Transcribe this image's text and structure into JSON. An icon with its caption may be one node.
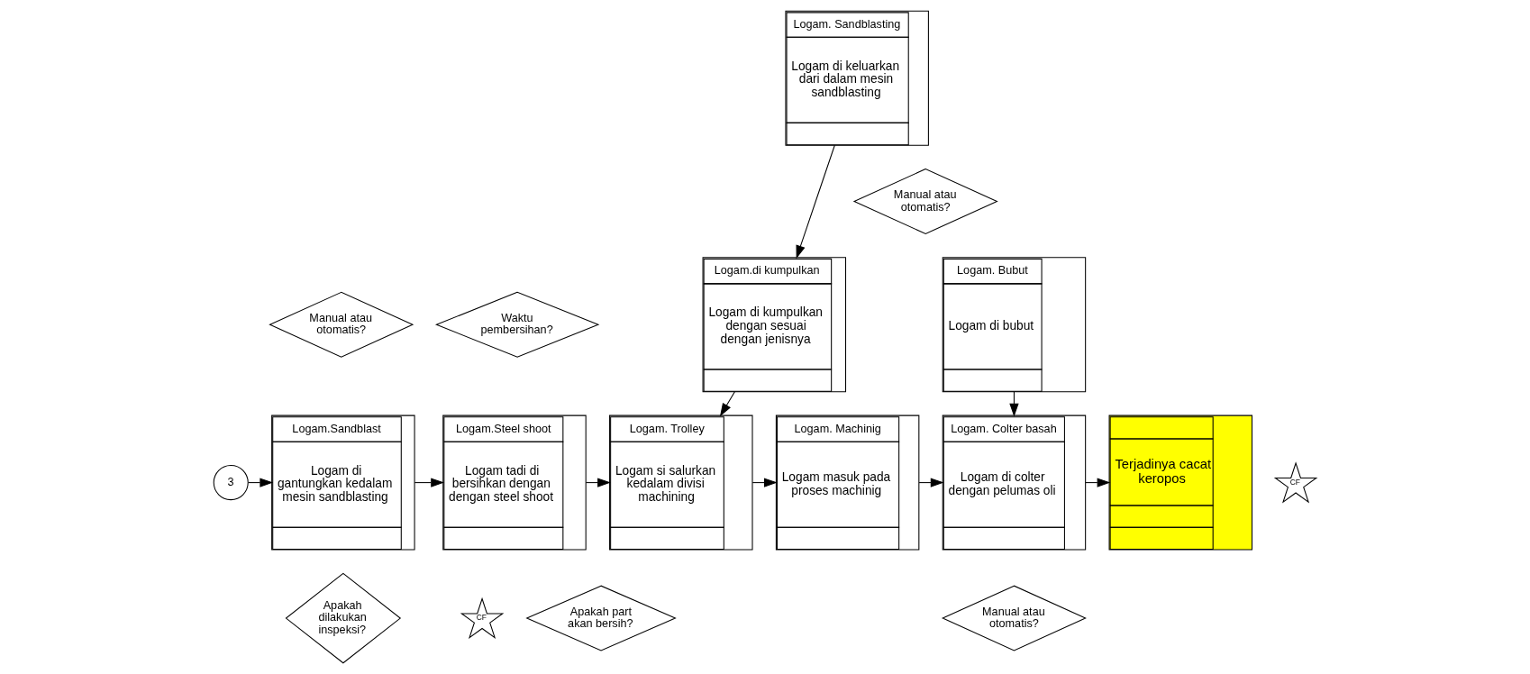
{
  "diagram": {
    "nodes": [
      {
        "text": [
          "3"
        ]
      },
      {
        "text": [
          "Logam.Sandblast",
          "Logam di gantungkan kedalam mesin sandblasting"
        ]
      },
      {
        "text": [
          "Manual atau otomatis?"
        ]
      },
      {
        "text": [
          "Apakah dilakukan inspeksi?"
        ]
      },
      {
        "text": [
          "Logam.Steel shoot",
          "Logam tadi di bersihkan dengan dengan steel shoot"
        ]
      },
      {
        "text": [
          "Waktu pembersihan?"
        ]
      },
      {
        "text": [
          "CF"
        ]
      },
      {
        "text": [
          "Apakah part akan bersih?"
        ]
      },
      {
        "text": [
          "Logam. Sandblasting",
          "Logam di keluarkan dari dalam mesin sandblasting"
        ]
      },
      {
        "text": [
          "Logam.di kumpulkan",
          "Logam di kumpulkan dengan sesuai dengan jenisnya"
        ]
      },
      {
        "text": [
          "Logam. Trolley",
          "Logam si salurkan kedalam divisi machining"
        ]
      },
      {
        "text": [
          "Logam. Machinig",
          "Logam masuk pada proses machinig"
        ]
      },
      {
        "text": [
          "Manual atau otomatis?"
        ]
      },
      {
        "text": [
          "Logam. Bubut",
          "Logam di bubut"
        ]
      },
      {
        "text": [
          "CF"
        ]
      },
      {
        "text": [
          "Logam. Colter basah",
          "Logam di colter dengan pelumas oli"
        ]
      },
      {
        "text": [
          "Manual atau otomatis?"
        ]
      },
      {
        "text": [
          "Terjadinya cacat keropos"
        ]
      }
    ],
    "edges": [
      {
        "from": 0,
        "to": 1,
        "arrow": "to"
      },
      {
        "from": 1,
        "to": 4,
        "arrow": "to"
      },
      {
        "from": 4,
        "to": 10,
        "arrow": "to"
      },
      {
        "from": 8,
        "to": 9,
        "arrow": "to"
      },
      {
        "from": 9,
        "to": 10,
        "arrow": "to"
      },
      {
        "from": 10,
        "to": 11,
        "arrow": "to"
      },
      {
        "from": 11,
        "to": 15,
        "arrow": "to"
      },
      {
        "from": 13,
        "to": 15,
        "arrow": "to"
      },
      {
        "from": 15,
        "to": 17,
        "arrow": "to"
      }
    ]
  }
}
